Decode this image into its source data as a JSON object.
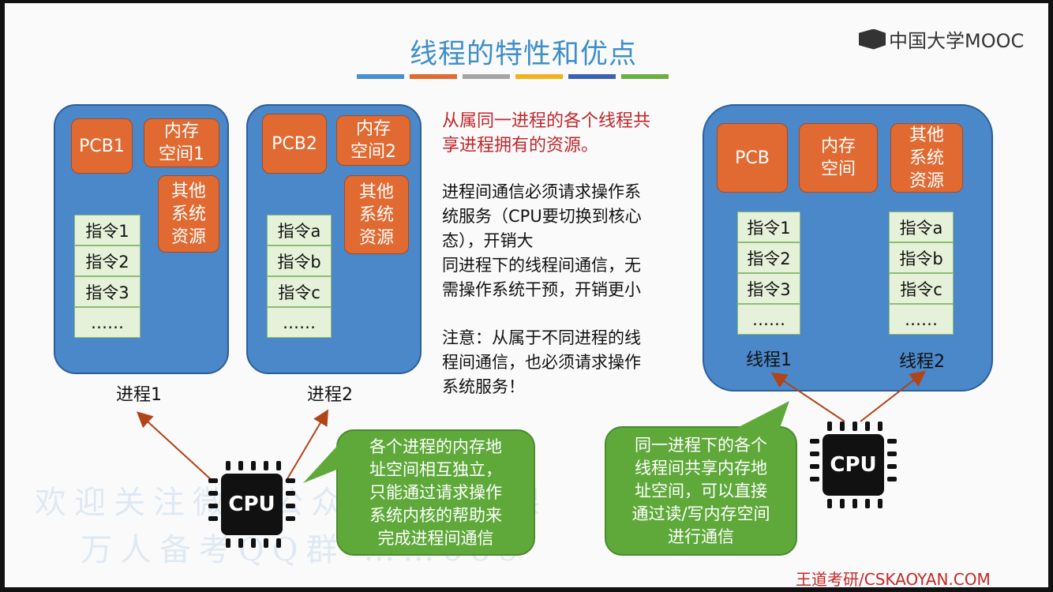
{
  "slide": {
    "title": "线程的特性和优点",
    "logo_text": "中国大学MOOC",
    "footer": "王道考研/CSKAOYAN.COM",
    "bar_colors": [
      "#4a8fcf",
      "#e06a32",
      "#a5a5a5",
      "#f2b21b",
      "#3e5fb3",
      "#6aae45"
    ]
  },
  "process1": {
    "pcb": "PCB1",
    "memory_line1": "内存",
    "memory_line2": "空间1",
    "other_line1": "其他",
    "other_line2": "系统",
    "other_line3": "资源",
    "instructions": [
      "指令1",
      "指令2",
      "指令3",
      "……"
    ],
    "label": "进程1"
  },
  "process2": {
    "pcb": "PCB2",
    "memory_line1": "内存",
    "memory_line2": "空间2",
    "other_line1": "其他",
    "other_line2": "系统",
    "other_line3": "资源",
    "instructions": [
      "指令a",
      "指令b",
      "指令c",
      "……"
    ],
    "label": "进程2"
  },
  "center_text": {
    "red_line1": "从属同一进程的各个线程共",
    "red_line2": "享进程拥有的资源。",
    "p1_line1": "进程间通信必须请求操作系",
    "p1_line2": "统服务（CPU要切换到核心",
    "p1_line3": "态），开销大",
    "p2_line1": "同进程下的线程间通信，无",
    "p2_line2": "需操作系统干预，开销更小",
    "p3_line1": "注意：从属于不同进程的线",
    "p3_line2": "程间通信，也必须请求操作",
    "p3_line3": "系统服务！"
  },
  "process3": {
    "pcb": "PCB",
    "memory_line1": "内存",
    "memory_line2": "空间",
    "other_line1": "其他",
    "other_line2": "系统",
    "other_line3": "资源",
    "thread1_instructions": [
      "指令1",
      "指令2",
      "指令3",
      "……"
    ],
    "thread2_instructions": [
      "指令a",
      "指令b",
      "指令c",
      "……"
    ],
    "thread1_label": "线程1",
    "thread2_label": "线程2"
  },
  "bubble_left": {
    "line1": "各个进程的内存地",
    "line2": "址空间相互独立，",
    "line3": "只能通过请求操作",
    "line4": "系统内核的帮助来",
    "line5": "完成进程间通信"
  },
  "bubble_right": {
    "line1": "同一进程下的各个",
    "line2": "线程间共享内存地",
    "line3": "址空间，可以直接",
    "line4": "通过读/写内存空间",
    "line5": "进行通信"
  },
  "cpu_left": {
    "label": "CPU"
  },
  "cpu_right": {
    "label": "CPU"
  },
  "watermark": {
    "line1": "欢迎关注微信公众号考研拼课",
    "line2": "万人备考QQ群 ……685"
  }
}
